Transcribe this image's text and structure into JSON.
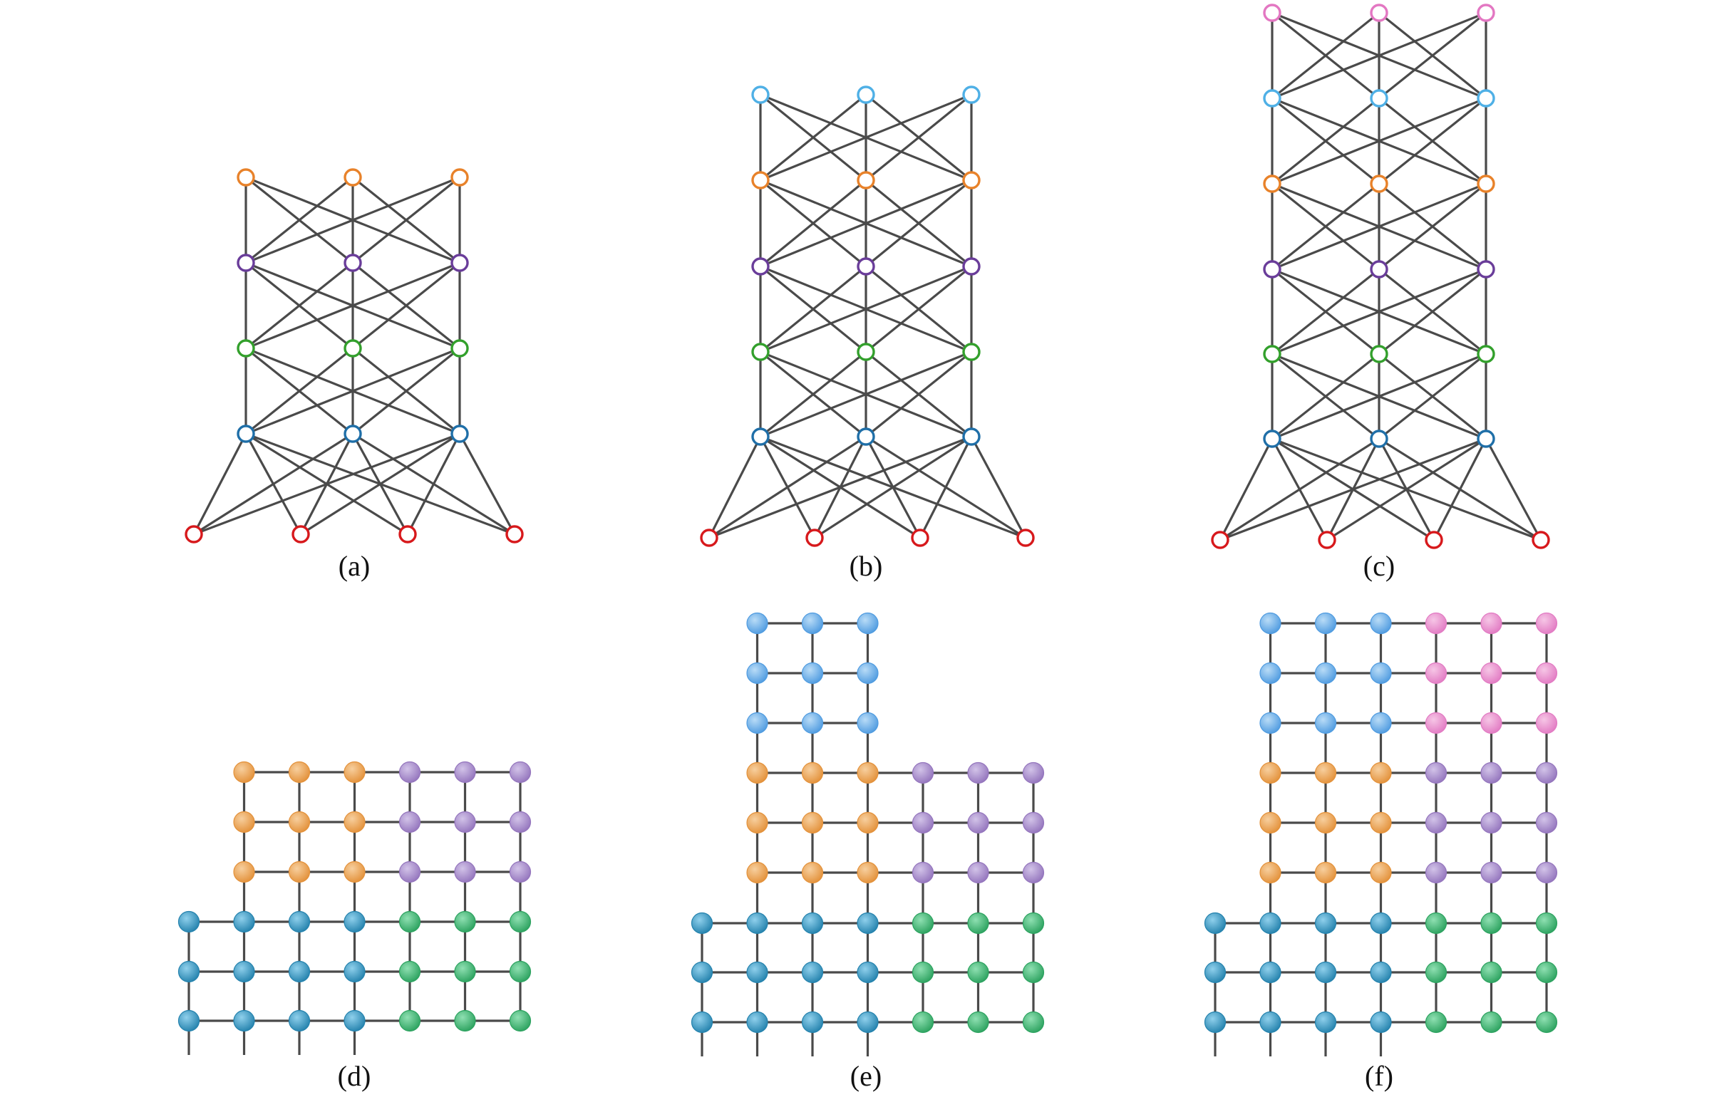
{
  "figure": {
    "panels": [
      {
        "id": "a",
        "caption": "(a)",
        "kind": "network",
        "layers": [
          "red",
          "blue",
          "green",
          "purple",
          "orange"
        ]
      },
      {
        "id": "b",
        "caption": "(b)",
        "kind": "network",
        "layers": [
          "red",
          "blue",
          "green",
          "purple",
          "orange",
          "cyan"
        ]
      },
      {
        "id": "c",
        "caption": "(c)",
        "kind": "network",
        "layers": [
          "red",
          "blue",
          "green",
          "purple",
          "orange",
          "cyan",
          "pink"
        ]
      },
      {
        "id": "d",
        "caption": "(d)",
        "kind": "lattice",
        "blocks": [
          "teal",
          "green",
          "orange",
          "purple"
        ]
      },
      {
        "id": "e",
        "caption": "(e)",
        "kind": "lattice",
        "blocks": [
          "teal",
          "green",
          "orange",
          "purple",
          "blue"
        ]
      },
      {
        "id": "f",
        "caption": "(f)",
        "kind": "lattice",
        "blocks": [
          "teal",
          "green",
          "orange",
          "purple",
          "blue",
          "pink"
        ]
      }
    ]
  },
  "colors": {
    "red": "#d7191c",
    "blue": "#1f6fa8",
    "green": "#33a02c",
    "purple": "#6a3d9a",
    "orange": "#e8822a",
    "cyan": "#4fb0e6",
    "pink": "#e377c2",
    "edge": "#4a4a4a",
    "lattice_teal": "#2482ad",
    "lattice_green": "#2ca25f",
    "lattice_orange": "#e3913a",
    "lattice_purple": "#9475bd",
    "lattice_blue": "#4f9be0",
    "lattice_pink": "#e27bc3"
  }
}
